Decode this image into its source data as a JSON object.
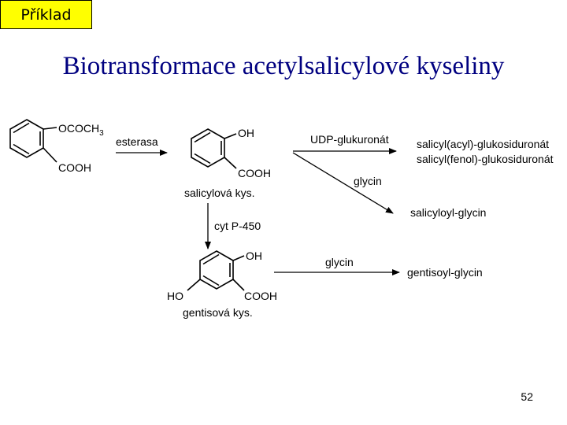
{
  "badge": "Příklad",
  "title": "Biotransformace acetylsalicylové kyseliny",
  "scheme": {
    "aspirin": {
      "sub_top": "OCOCH",
      "sub_top_index": "3",
      "sub_bottom": "COOH"
    },
    "step1_reagent": "esterasa",
    "salicylic": {
      "sub_top": "OH",
      "sub_bottom": "COOH",
      "name": "salicylová kys."
    },
    "branch_a_reagent": "UDP-glukuronát",
    "branch_a_products": [
      "salicyl(acyl)-glukosiduronát",
      "salicyl(fenol)-glukosiduronát"
    ],
    "branch_b_reagent": "glycin",
    "branch_b_product": "salicyloyl-glycin",
    "step_down_reagent": "cyt P-450",
    "gentisic": {
      "sub_top": "OH",
      "sub_left": "HO",
      "sub_bottom": "COOH",
      "name": "gentisová kys."
    },
    "step_final_reagent": "glycin",
    "step_final_product": "gentisoyl-glycin"
  },
  "page_number": "52"
}
